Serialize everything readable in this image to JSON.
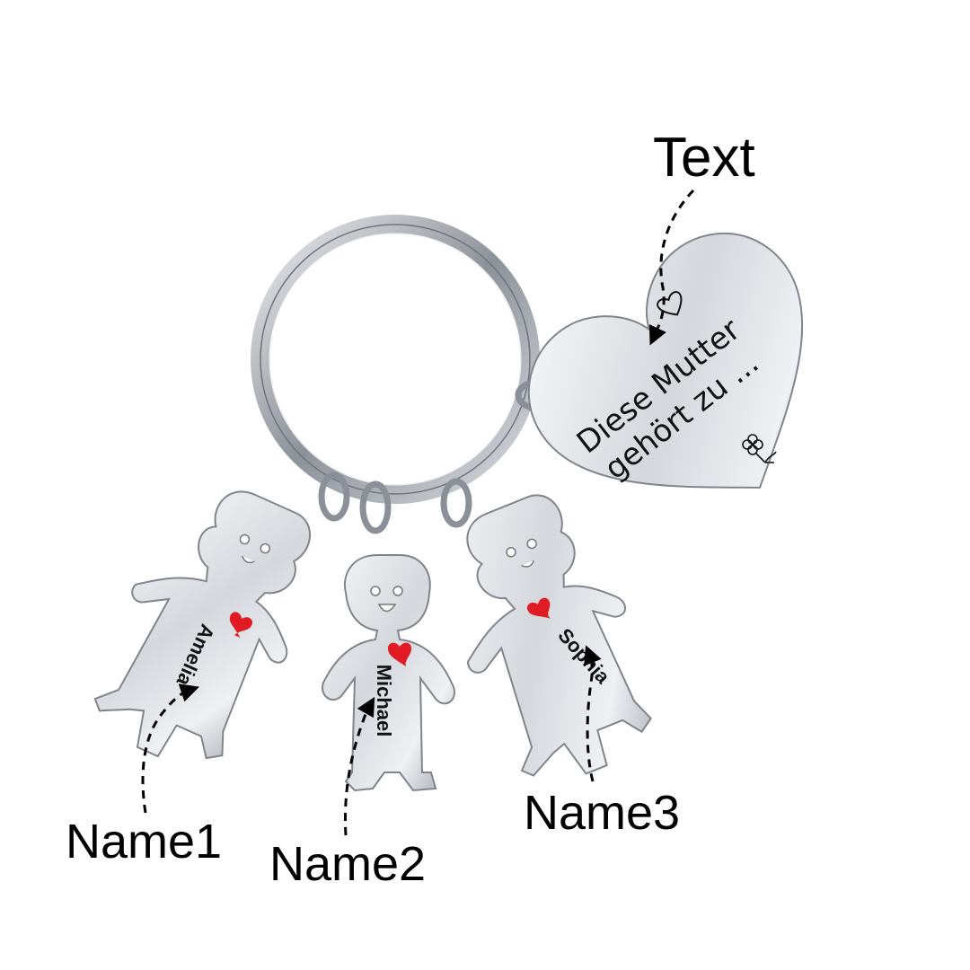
{
  "callouts": {
    "text": "Text",
    "name1": "Name1",
    "name2": "Name2",
    "name3": "Name3"
  },
  "engravings": {
    "heart_line1": "Diese Mutter",
    "heart_line2": "gehört zu ...",
    "child1": "Amelia",
    "child2": "Michael",
    "child3": "Sophia"
  },
  "colors": {
    "metal": "#c9ccd1",
    "metal_highlight": "#f4f5f7",
    "metal_shadow": "#7d8189",
    "heart_accent": "#e01b24",
    "text": "#000000"
  }
}
